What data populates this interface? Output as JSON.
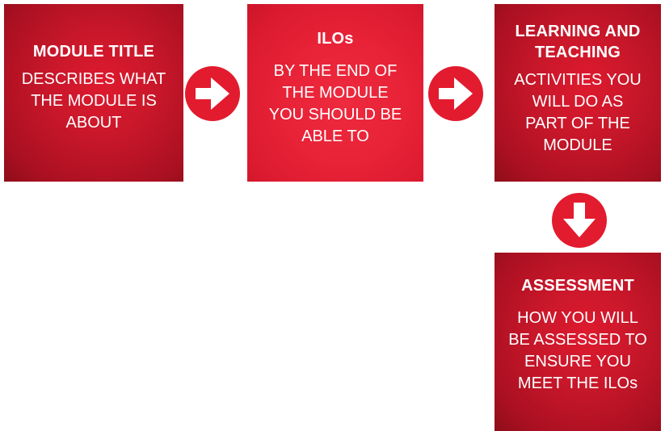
{
  "boxes": {
    "module": {
      "title": "MODULE TITLE",
      "desc": [
        "DESCRIBES WHAT",
        "THE MODULE IS",
        "ABOUT"
      ]
    },
    "ilos": {
      "title": "ILOs",
      "desc": [
        "BY THE END OF",
        "THE MODULE",
        "YOU SHOULD BE",
        "ABLE TO"
      ]
    },
    "learning": {
      "title": [
        "LEARNING AND",
        "TEACHING"
      ],
      "desc": [
        "ACTIVITIES YOU",
        "WILL DO AS",
        "PART OF THE",
        "MODULE"
      ]
    },
    "assessment": {
      "title": "ASSESSMENT",
      "desc": [
        "HOW YOU WILL",
        "BE ASSESSED TO",
        "ENSURE YOU",
        "MEET THE ILOs"
      ]
    }
  },
  "arrows": [
    {
      "from": "module",
      "to": "ilos",
      "direction": "right",
      "icon": "arrow-right-icon"
    },
    {
      "from": "ilos",
      "to": "learning",
      "direction": "right",
      "icon": "arrow-right-icon"
    },
    {
      "from": "learning",
      "to": "assessment",
      "direction": "down",
      "icon": "arrow-down-icon"
    }
  ],
  "colors": {
    "box_dark": "#c8172a",
    "box_bright": "#e82237",
    "arrow_fill": "#e31b2f",
    "text": "#ffffff"
  }
}
